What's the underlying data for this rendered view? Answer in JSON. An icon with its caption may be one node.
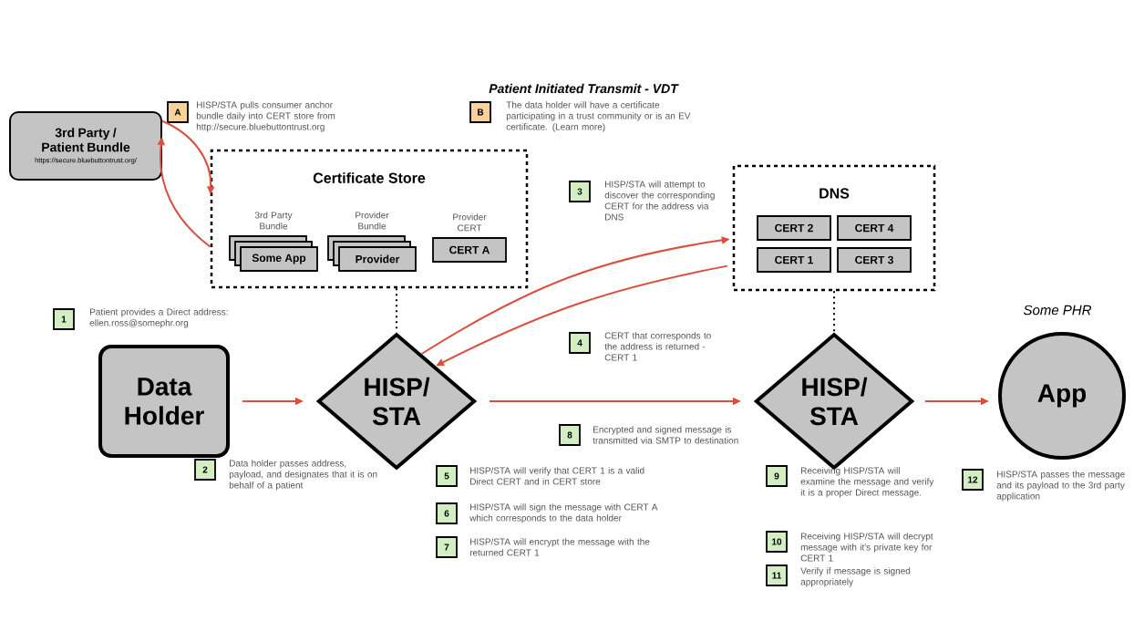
{
  "diagram": {
    "title": "Patient Initiated Transmit - VDT",
    "nodes": [
      {
        "text": [
          "3rd Party / Patient Bundle",
          "https://secure.bluebuttontrust.org/"
        ]
      },
      {
        "text": [
          "Certificate Store"
        ]
      },
      {
        "text": [
          "3rd Party Bundle",
          "Some App"
        ],
        "in": 1
      },
      {
        "text": [
          "Provider Bundle",
          "Provider"
        ],
        "in": 1
      },
      {
        "text": [
          "Provider CERT",
          "CERT A"
        ],
        "in": 1
      },
      {
        "text": [
          "DNS"
        ]
      },
      {
        "text": [
          "CERT 2"
        ],
        "in": 5
      },
      {
        "text": [
          "CERT 4"
        ],
        "in": 5
      },
      {
        "text": [
          "CERT 1"
        ],
        "in": 5
      },
      {
        "text": [
          "CERT 3"
        ],
        "in": 5
      },
      {
        "text": [
          "Data Holder"
        ]
      },
      {
        "text": [
          "HISP/ STA"
        ]
      },
      {
        "text": [
          "HISP/ STA"
        ]
      },
      {
        "text": [
          "Some PHR",
          "App"
        ]
      },
      {
        "text": [
          "A"
        ]
      },
      {
        "text": [
          "B"
        ]
      },
      {
        "text": [
          "1"
        ]
      },
      {
        "text": [
          "2"
        ]
      },
      {
        "text": [
          "3"
        ]
      },
      {
        "text": [
          "4"
        ]
      },
      {
        "text": [
          "5"
        ]
      },
      {
        "text": [
          "6"
        ]
      },
      {
        "text": [
          "7"
        ]
      },
      {
        "text": [
          "8"
        ]
      },
      {
        "text": [
          "9"
        ]
      },
      {
        "text": [
          "10"
        ]
      },
      {
        "text": [
          "11"
        ]
      },
      {
        "text": [
          "12"
        ]
      }
    ],
    "edges": [
      {
        "from": 0,
        "to": 1,
        "arrow": "to"
      },
      {
        "from": 1,
        "to": 0,
        "arrow": "to"
      },
      {
        "from": 10,
        "to": 11,
        "arrow": "to"
      },
      {
        "from": 11,
        "to": 5,
        "arrow": "to"
      },
      {
        "from": 5,
        "to": 11,
        "arrow": "to"
      },
      {
        "from": 11,
        "to": 12,
        "arrow": "to"
      },
      {
        "from": 12,
        "to": 13,
        "arrow": "to"
      },
      {
        "from": 1,
        "to": 11,
        "arrow": "none",
        "style": "dashed",
        "color": "#000000"
      },
      {
        "from": 5,
        "to": 12,
        "arrow": "none",
        "style": "dashed",
        "color": "#000000"
      }
    ],
    "labels": [
      "HISP/STA pulls consumer anchor bundle daily into CERT store from http://secure.bluebuttontrust.org",
      "The data holder will have a certificate participating in a trust community or is an EV certificate. (Learn more)",
      "Patient provides a Direct address: ellen.ross@somephr.org",
      "Data holder passes address, payload, and designates that it is on behalf of a patient",
      "HISP/STA will attempt to discover the corresponding CERT for the address via DNS",
      "CERT that corresponds to the address is returned - CERT 1",
      "HISP/STA will verify that CERT 1 is a valid Direct CERT and in CERT store",
      "HISP/STA will sign the message with CERT A which corresponds to the data holder",
      "HISP/STA will encrypt the message with the returned CERT 1",
      "Encrypted and signed message is transmitted via SMTP to destination",
      "Receiving HISP/STA will examine the message and verify it is a proper Direct message.",
      "Receiving HISP/STA will decrypt message with it's private key for CERT 1",
      "Verify if message is signed appropriately",
      "HISP/STA passes the message and its payload to the 3rd party application"
    ]
  }
}
